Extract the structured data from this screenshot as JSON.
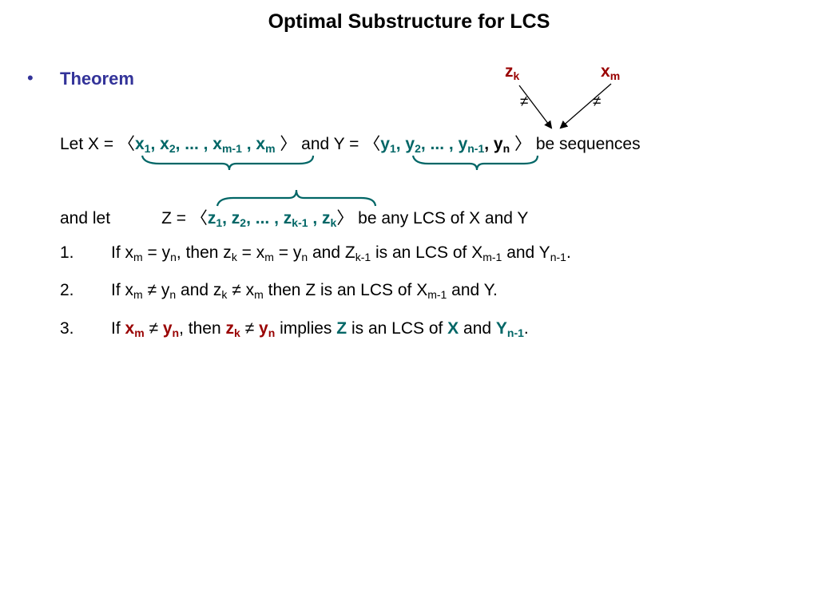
{
  "title": "Optimal Substructure for LCS",
  "bullet_glyph": "•",
  "theorem_label": "Theorem",
  "diagram": {
    "zk_base": "z",
    "zk_sub": "k",
    "xm_base": "x",
    "xm_sub": "m",
    "neq": "≠"
  },
  "let_line": {
    "let": "Let  X = 〈",
    "x_seq_a": "x",
    "s1": "1",
    "comma1": ", x",
    "s2": "2",
    "dots": ", ... , x",
    "sm1": "m-1",
    "comma2": " , x",
    "sm": "m",
    "mid": " 〉 and Y = 〈",
    "y_a": "y",
    "t1": "1",
    "y_comma1": ", y",
    "t2": "2",
    "y_dots": ", ... , y",
    "tn1": "n-1",
    "y_comma2": ", y",
    "tn": "n",
    "end": " 〉 be sequences"
  },
  "and_let_line": {
    "and_let": "and let",
    "z_open": "Z = 〈",
    "z_a": "z",
    "u1": "1",
    "z_comma1": ", z",
    "u2": "2",
    "z_dots": ", ... , z",
    "uk1": "k-1",
    "z_comma2": " , z",
    "uk": "k",
    "end": "〉  be any LCS of X and Y"
  },
  "items": [
    {
      "num": "1."
    },
    {
      "num": "2."
    },
    {
      "num": "3."
    }
  ],
  "item1": {
    "a": "If x",
    "b": "m",
    "c": " = y",
    "d": "n",
    "e": ", then z",
    "f": "k",
    "g": " = x",
    "h": "m",
    "i": " = y",
    "j": "n",
    "k": " and Z",
    "l": "k-1",
    "m": " is an LCS of X",
    "n": "m-1",
    "o": " and Y",
    "p": "n-1",
    "q": "."
  },
  "item2": {
    "a": "If x",
    "b": "m",
    "c": " ≠ y",
    "d": "n",
    "e": " and  z",
    "f": "k",
    "g": " ≠ x",
    "h": "m",
    "i": "  then  Z  is an LCS of X",
    "j": "m-1",
    "k": " and Y."
  },
  "item3": {
    "a": "If ",
    "xm": "x",
    "xm_s": "m",
    "neq1": " ≠ ",
    "yn": "y",
    "yn_s": "n",
    "then": ", then ",
    "zk": "z",
    "zk_s": "k",
    "neq2": " ≠ ",
    "yn2": "y",
    "yn2_s": "n",
    "implies": "  implies ",
    "Z": "Z",
    "lcs": "  is an LCS of ",
    "X": "X",
    "and": " and ",
    "Y": "Y",
    "Y_s": "n-1",
    "dot": "."
  },
  "colors": {
    "teal": "#006666",
    "dark_red": "#990000",
    "navy": "#333399"
  }
}
